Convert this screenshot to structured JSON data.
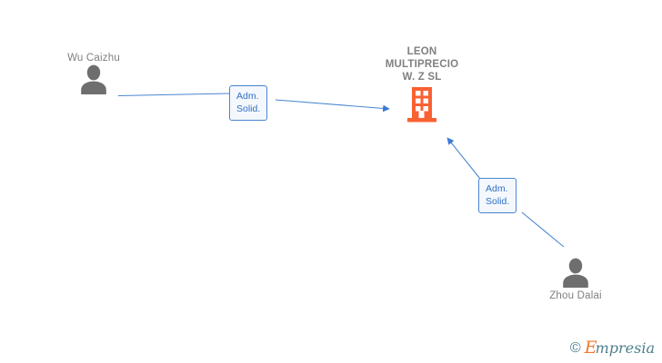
{
  "diagram": {
    "type": "corporate-relationship-graph",
    "background_color": "#ffffff",
    "edge_color": "#4a86d0",
    "person_icon_color": "#6e6e6e",
    "company_icon_color": "#fa6132",
    "label_text_color": "#808080"
  },
  "company": {
    "icon": "building-icon",
    "title_lines": [
      "LEON",
      "MULTIPRECIO",
      "W.  Z SL"
    ]
  },
  "people": [
    {
      "id": "wu-caizhu",
      "name": "Wu Caizhu",
      "icon": "person-icon"
    },
    {
      "id": "zhou-dalai",
      "name": "Zhou Dalai",
      "icon": "person-icon"
    }
  ],
  "relations": [
    {
      "id": "rel-wu-caizhu",
      "from": "wu-caizhu",
      "to": "company",
      "lines": [
        "Adm.",
        "Solid."
      ]
    },
    {
      "id": "rel-zhou-dalai",
      "from": "zhou-dalai",
      "to": "company",
      "lines": [
        "Adm.",
        "Solid."
      ]
    }
  ],
  "watermark": {
    "copyright": "©",
    "brand_initial": "E",
    "brand_rest": "mpresia"
  }
}
